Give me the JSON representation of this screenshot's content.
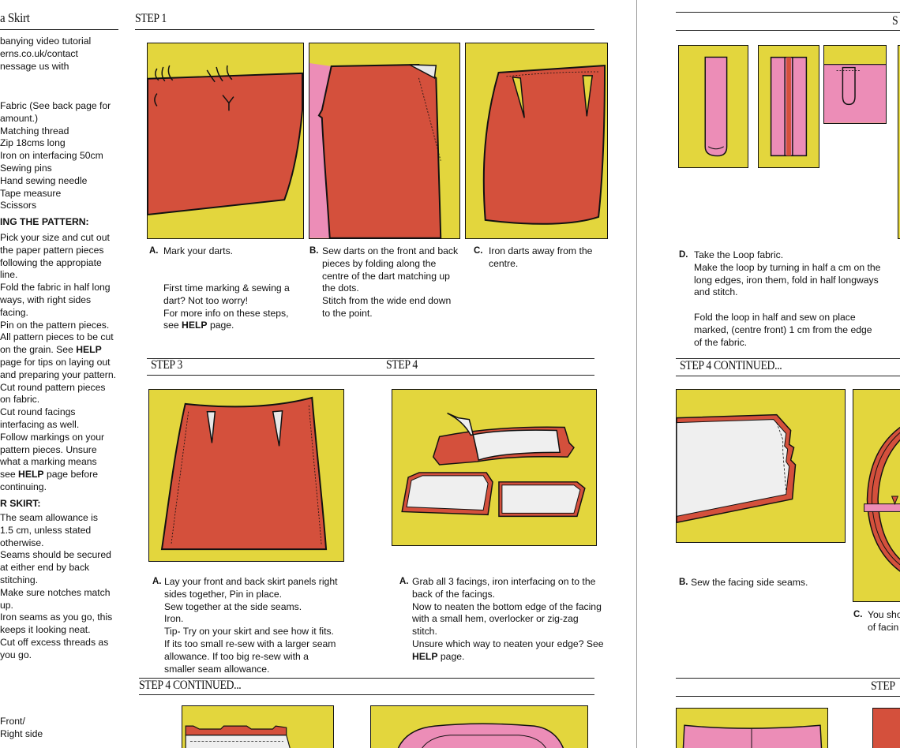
{
  "left_page": {
    "title": "a Skirt",
    "intro": [
      "banying video tutorial",
      "erns.co.uk/contact",
      "nessage us with"
    ],
    "materials": [
      "Fabric (See back page for",
      "amount.)",
      "Matching thread",
      "Zip 18cms long",
      "Iron on interfacing 50cm",
      "Sewing pins",
      "Hand sewing needle",
      "Tape measure",
      "Scissors"
    ],
    "pattern_heading": "ING THE PATTERN:",
    "pattern_lines": [
      "Pick your size and cut out",
      "the paper pattern pieces",
      "following the appropiate",
      "line.",
      "Fold the fabric in half long",
      "ways, with right sides",
      "facing.",
      "Pin on the pattern pieces.",
      "All pattern pieces to be cut",
      "on the grain. See HELP",
      "page for tips on laying out",
      "and preparing your pattern.",
      "Cut round pattern pieces",
      "on fabric.",
      "Cut round facings",
      "interfacing as well.",
      "Follow markings on your",
      "pattern pieces. Unsure",
      "what a marking means",
      "see HELP page before",
      "continuing."
    ],
    "skirt_heading": "R SKIRT:",
    "skirt_lines": [
      "The seam allowance is",
      "1.5 cm, unless stated",
      "otherwise.",
      "Seams should be secured",
      "at either end by back",
      "stitching.",
      "Make sure notches match",
      "up.",
      "Iron seams as you go, this",
      "keeps it looking neat.",
      "Cut off excess threads as",
      "you go."
    ],
    "front_label": [
      "Front/",
      "Right side"
    ],
    "step1": {
      "heading": "STEP 1",
      "a_letter": "A.",
      "a_text": [
        "Mark your darts."
      ],
      "b_letter": "B.",
      "b_text": [
        "Sew darts on the front and back",
        "pieces by folding along the",
        "centre of the dart matching up",
        "the dots.",
        "Stitch from the wide end down",
        "to the point."
      ],
      "c_letter": "C.",
      "c_text": [
        "Iron darts away from the",
        "centre."
      ],
      "note_lines": [
        "First time marking & sewing a",
        "dart? Not too worry!",
        " For more info on these steps,"
      ],
      "note_see": "see ",
      "note_help": "HELP",
      "note_page": " page."
    },
    "step3": {
      "heading": "STEP 3",
      "a_letter": "A.",
      "a_text": [
        "Lay your front and back skirt panels right",
        "sides together, Pin in place.",
        "Sew together at the side seams.",
        "Iron.",
        "Tip- Try on your skirt and see how it fits.",
        "If its too small re-sew with a larger seam",
        "allowance. If too big re-sew with a",
        "smaller seam allowance."
      ]
    },
    "step4": {
      "heading": "STEP 4",
      "a_letter": "A.",
      "a_text": [
        "Grab all 3 facings, iron interfacing on to the",
        "back of the facings.",
        "Now to neaten the bottom edge of the facing",
        "with a small hem, overlocker or zig-zag",
        "stitch.",
        "Unsure which way to neaten your edge? See"
      ],
      "a_help": "HELP",
      "a_page": " page."
    },
    "step4_continued": "STEP 4 CONTINUED..."
  },
  "right_page": {
    "top_letter": "S",
    "d_letter": "D.",
    "d_text": [
      "Take the Loop fabric.",
      "Make the loop by turning in half a cm on the",
      "long edges, iron them, fold in half longways",
      "and stitch.",
      "",
      "Fold the loop in half and sew on place",
      "marked, (centre front) 1 cm from the edge",
      "of the fabric."
    ],
    "step4_continued": "STEP 4 CONTINUED...",
    "b_letter": "B.",
    "b_text": [
      "Sew the facing side seams."
    ],
    "c_letter": "C.",
    "c_text": [
      "You sho",
      "of facin"
    ],
    "bottom_step": "STEP"
  },
  "colors": {
    "yellow": "#e3d63d",
    "red": "#d4503c",
    "pink": "#ec8db7",
    "white": "#f2f2f2"
  }
}
